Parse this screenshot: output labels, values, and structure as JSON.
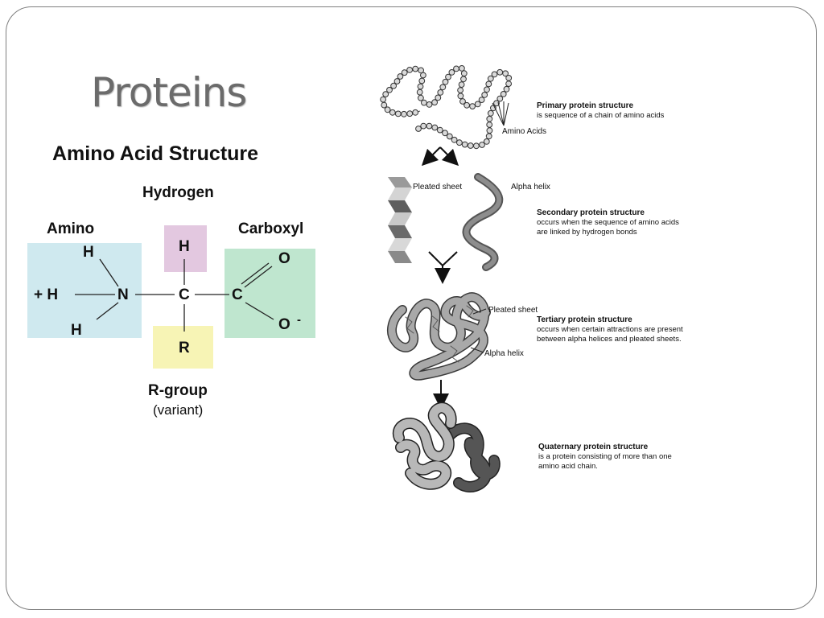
{
  "slide": {
    "title": "Proteins"
  },
  "amino_acid": {
    "heading": "Amino Acid Structure",
    "labels": {
      "hydrogen": "Hydrogen",
      "amino": "Amino",
      "carboxyl": "Carboxyl",
      "r_group": "R-group",
      "variant": "(variant)"
    },
    "atoms": {
      "h_top_amino": "H",
      "plus_h": "+ H",
      "n": "N",
      "h_bottom_amino": "H",
      "h_hydrogen": "H",
      "c_alpha": "C",
      "r": "R",
      "c_carboxyl": "C",
      "o_top": "O",
      "o_bottom": "O",
      "o_charge": "-"
    },
    "colors": {
      "amino_box": "#cfe9ef",
      "hydrogen_box": "#e3c8e0",
      "carboxyl_box": "#bfe6cf",
      "r_box": "#f7f4b5"
    }
  },
  "protein_structure": {
    "primary": {
      "title": "Primary protein structure",
      "desc": "is sequence of a chain of amino acids",
      "label": "Amino Acids"
    },
    "secondary": {
      "title": "Secondary protein structure",
      "desc1": "occurs when the sequence of amino acids",
      "desc2": "are linked by hydrogen bonds",
      "label_sheet": "Pleated sheet",
      "label_helix": "Alpha helix"
    },
    "tertiary": {
      "title": "Tertiary protein structure",
      "desc1": "occurs when certain attractions are present",
      "desc2": "between alpha helices and pleated sheets.",
      "label_sheet": "Pleated sheet",
      "label_helix": "Alpha helix"
    },
    "quaternary": {
      "title": "Quaternary protein structure",
      "desc1": "is a protein consisting of more than one",
      "desc2": "amino acid chain."
    }
  }
}
